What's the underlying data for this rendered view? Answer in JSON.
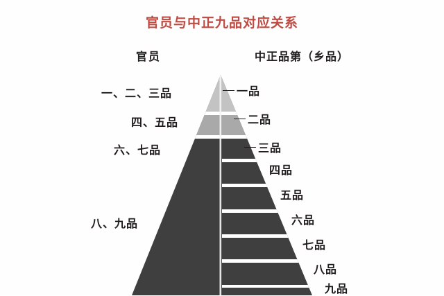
{
  "title": "官员与中正九品对应关系",
  "colors": {
    "title": "#bf4a42",
    "tier_light": "#c3c3c3",
    "tier_mid": "#a9a9a9",
    "tier_dark": "#3f3f3f",
    "divider": "#ffffff",
    "text": "#1f1c1b",
    "background": "#ffffff"
  },
  "headers": {
    "left": "官员",
    "right": "中正品第（乡品）"
  },
  "official_ranks": [
    {
      "label": "一、二、三品"
    },
    {
      "label": "四、五品"
    },
    {
      "label": "六、七品"
    },
    {
      "label": "八、九品"
    }
  ],
  "zhongzheng_ranks": [
    {
      "label": "一品"
    },
    {
      "label": "二品"
    },
    {
      "label": "三品"
    },
    {
      "label": "四品"
    },
    {
      "label": "五品"
    },
    {
      "label": "六品"
    },
    {
      "label": "七品"
    },
    {
      "label": "八品"
    },
    {
      "label": "九品"
    }
  ],
  "chart_data": {
    "type": "pyramid",
    "title": "官员与中正九品对应关系",
    "left_axis_label": "官员",
    "right_axis_label": "中正品第（乡品）",
    "tiers": [
      {
        "zhongzheng": "一品",
        "official": "一、二、三品",
        "shade": "#c3c3c3"
      },
      {
        "zhongzheng": "二品",
        "official": "一、二、三品",
        "shade": "#a9a9a9"
      },
      {
        "zhongzheng": "三品",
        "official": "六、七品",
        "shade": "#3f3f3f"
      },
      {
        "zhongzheng": "四品",
        "official": "八、九品",
        "shade": "#3f3f3f"
      },
      {
        "zhongzheng": "五品",
        "official": "八、九品",
        "shade": "#3f3f3f"
      },
      {
        "zhongzheng": "六品",
        "official": "八、九品",
        "shade": "#3f3f3f"
      },
      {
        "zhongzheng": "七品",
        "official": "八、九品",
        "shade": "#3f3f3f"
      },
      {
        "zhongzheng": "八品",
        "official": "八、九品",
        "shade": "#3f3f3f"
      },
      {
        "zhongzheng": "九品",
        "official": "八、九品",
        "shade": "#3f3f3f"
      }
    ],
    "notes": "Left half of pyramid is a single solid block below the third tier; right half is subdivided into nine ranks."
  }
}
